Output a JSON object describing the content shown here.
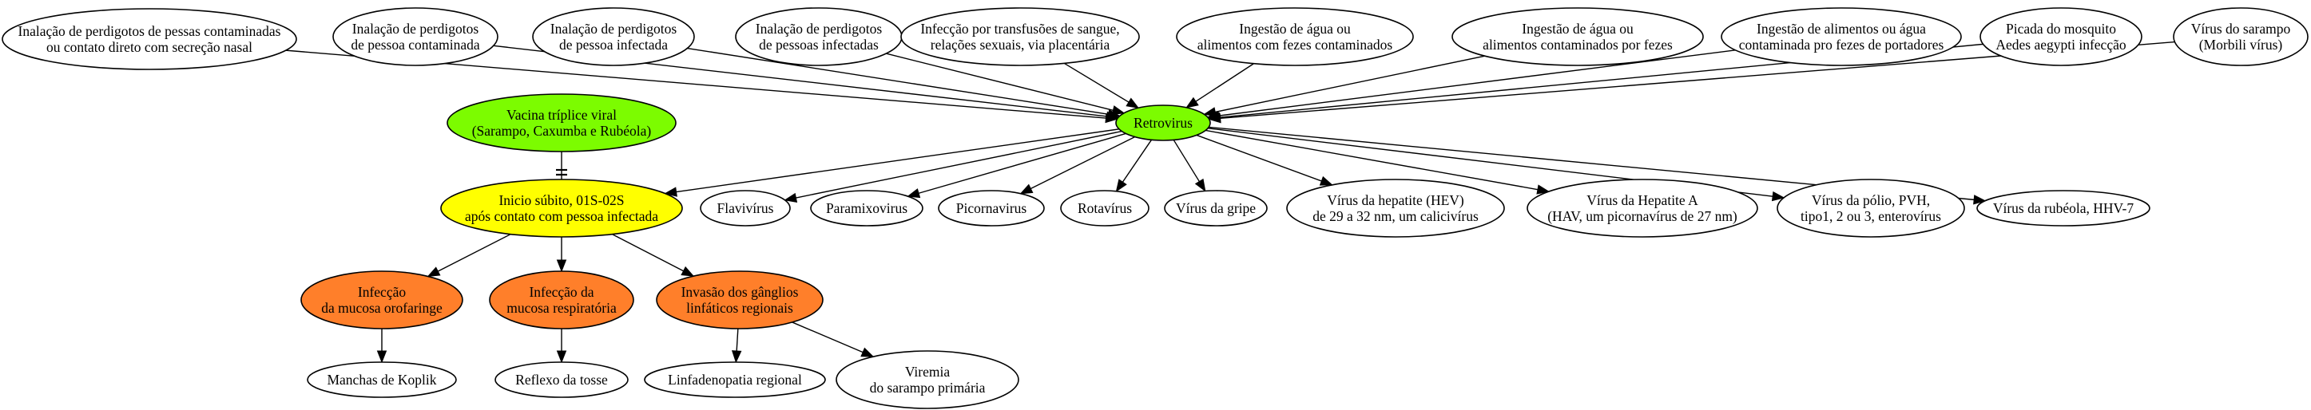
{
  "nodes": [
    {
      "id": "perd_contam_secrecao",
      "lines": [
        "Inalação de perdigotos de pessas contaminadas",
        "ou contato direto com secreção nasal"
      ],
      "fill": "#ffffff"
    },
    {
      "id": "perd_contaminada",
      "lines": [
        "Inalação de perdigotos",
        "de pessoa contaminada"
      ],
      "fill": "#ffffff"
    },
    {
      "id": "perd_infectada",
      "lines": [
        "Inalação de perdigotos",
        "de pessoa infectada"
      ],
      "fill": "#ffffff"
    },
    {
      "id": "perd_infectadas",
      "lines": [
        "Inalação de perdigotos",
        "de pessoas infectadas"
      ],
      "fill": "#ffffff"
    },
    {
      "id": "transfusao",
      "lines": [
        "Infecção por transfusões de sangue,",
        "relações sexuais, via placentária"
      ],
      "fill": "#ffffff"
    },
    {
      "id": "agua_fezes",
      "lines": [
        "Ingestão de água ou",
        "alimentos com fezes contaminados"
      ],
      "fill": "#ffffff"
    },
    {
      "id": "agua_contam_fezes",
      "lines": [
        "Ingestão de água ou",
        "alimentos contaminados por fezes"
      ],
      "fill": "#ffffff"
    },
    {
      "id": "alimentos_agua",
      "lines": [
        "Ingestão de alimentos ou água",
        "contaminada pro fezes de portadores"
      ],
      "fill": "#ffffff"
    },
    {
      "id": "mosquito",
      "lines": [
        "Picada do mosquito",
        "Aedes aegypti infecção"
      ],
      "fill": "#ffffff"
    },
    {
      "id": "virus_sarampo",
      "lines": [
        "Vírus do sarampo",
        "(Morbili vírus)"
      ],
      "fill": "#ffffff"
    },
    {
      "id": "retrovirus",
      "lines": [
        "Retrovirus"
      ],
      "fill": "#7cfc00"
    },
    {
      "id": "vacina",
      "lines": [
        "Vacina tríplice viral",
        "(Sarampo, Caxumba e Rubéola)"
      ],
      "fill": "#7cfc00"
    },
    {
      "id": "inicio",
      "lines": [
        "Inicio súbito, 01S-02S",
        "após contato com pessoa infectada"
      ],
      "fill": "#ffff00"
    },
    {
      "id": "flavivirus",
      "lines": [
        "Flavivírus"
      ],
      "fill": "#ffffff"
    },
    {
      "id": "paramixovirus",
      "lines": [
        "Paramixovirus"
      ],
      "fill": "#ffffff"
    },
    {
      "id": "picornavirus",
      "lines": [
        "Picornavirus"
      ],
      "fill": "#ffffff"
    },
    {
      "id": "rotavirus",
      "lines": [
        "Rotavírus"
      ],
      "fill": "#ffffff"
    },
    {
      "id": "gripe",
      "lines": [
        "Vírus da gripe"
      ],
      "fill": "#ffffff"
    },
    {
      "id": "hepatite_e",
      "lines": [
        "Vírus da hepatite (HEV)",
        "de 29 a 32 nm, um calicivírus"
      ],
      "fill": "#ffffff"
    },
    {
      "id": "hepatite_a",
      "lines": [
        "Vírus da Hepatite A",
        "(HAV, um picornavírus de 27 nm)"
      ],
      "fill": "#ffffff"
    },
    {
      "id": "polio",
      "lines": [
        "Vírus da pólio, PVH,",
        "tipo1, 2 ou 3, enterovírus"
      ],
      "fill": "#ffffff"
    },
    {
      "id": "rubeola",
      "lines": [
        "Vírus da rubéola, HHV-7"
      ],
      "fill": "#ffffff"
    },
    {
      "id": "orofaringe",
      "lines": [
        "Infecção",
        "da mucosa orofaringe"
      ],
      "fill": "#ff7f2a"
    },
    {
      "id": "respiratoria",
      "lines": [
        "Infecção da",
        "mucosa respiratória"
      ],
      "fill": "#ff7f2a"
    },
    {
      "id": "ganglios",
      "lines": [
        "Invasão dos gânglios",
        "linfáticos regionais"
      ],
      "fill": "#ff7f2a"
    },
    {
      "id": "koplik",
      "lines": [
        "Manchas de Koplik"
      ],
      "fill": "#ffffff"
    },
    {
      "id": "tosse",
      "lines": [
        "Reflexo da tosse"
      ],
      "fill": "#ffffff"
    },
    {
      "id": "linfadenopatia",
      "lines": [
        "Linfadenopatia regional"
      ],
      "fill": "#ffffff"
    },
    {
      "id": "viremia",
      "lines": [
        "Viremia",
        "do sarampo primária"
      ],
      "fill": "#ffffff"
    }
  ],
  "edges": [
    {
      "from": "perd_contam_secrecao",
      "to": "retrovirus",
      "style": "arrow"
    },
    {
      "from": "perd_contaminada",
      "to": "retrovirus",
      "style": "arrow"
    },
    {
      "from": "perd_infectada",
      "to": "retrovirus",
      "style": "arrow"
    },
    {
      "from": "perd_infectadas",
      "to": "retrovirus",
      "style": "arrow"
    },
    {
      "from": "transfusao",
      "to": "retrovirus",
      "style": "arrow"
    },
    {
      "from": "agua_fezes",
      "to": "retrovirus",
      "style": "arrow"
    },
    {
      "from": "agua_contam_fezes",
      "to": "retrovirus",
      "style": "arrow"
    },
    {
      "from": "alimentos_agua",
      "to": "retrovirus",
      "style": "arrow"
    },
    {
      "from": "mosquito",
      "to": "retrovirus",
      "style": "arrow"
    },
    {
      "from": "virus_sarampo",
      "to": "retrovirus",
      "style": "arrow"
    },
    {
      "from": "retrovirus",
      "to": "inicio",
      "style": "arrow"
    },
    {
      "from": "retrovirus",
      "to": "flavivirus",
      "style": "arrow"
    },
    {
      "from": "retrovirus",
      "to": "paramixovirus",
      "style": "arrow"
    },
    {
      "from": "retrovirus",
      "to": "picornavirus",
      "style": "arrow"
    },
    {
      "from": "retrovirus",
      "to": "rotavirus",
      "style": "arrow"
    },
    {
      "from": "retrovirus",
      "to": "gripe",
      "style": "arrow"
    },
    {
      "from": "retrovirus",
      "to": "hepatite_e",
      "style": "arrow"
    },
    {
      "from": "retrovirus",
      "to": "hepatite_a",
      "style": "arrow"
    },
    {
      "from": "retrovirus",
      "to": "polio",
      "style": "arrow"
    },
    {
      "from": "retrovirus",
      "to": "rubeola",
      "style": "arrow"
    },
    {
      "from": "vacina",
      "to": "inicio",
      "style": "tee"
    },
    {
      "from": "inicio",
      "to": "orofaringe",
      "style": "arrow"
    },
    {
      "from": "inicio",
      "to": "respiratoria",
      "style": "arrow"
    },
    {
      "from": "inicio",
      "to": "ganglios",
      "style": "arrow"
    },
    {
      "from": "orofaringe",
      "to": "koplik",
      "style": "arrow"
    },
    {
      "from": "respiratoria",
      "to": "tosse",
      "style": "arrow"
    },
    {
      "from": "ganglios",
      "to": "linfadenopatia",
      "style": "arrow"
    },
    {
      "from": "ganglios",
      "to": "viremia",
      "style": "arrow"
    }
  ]
}
